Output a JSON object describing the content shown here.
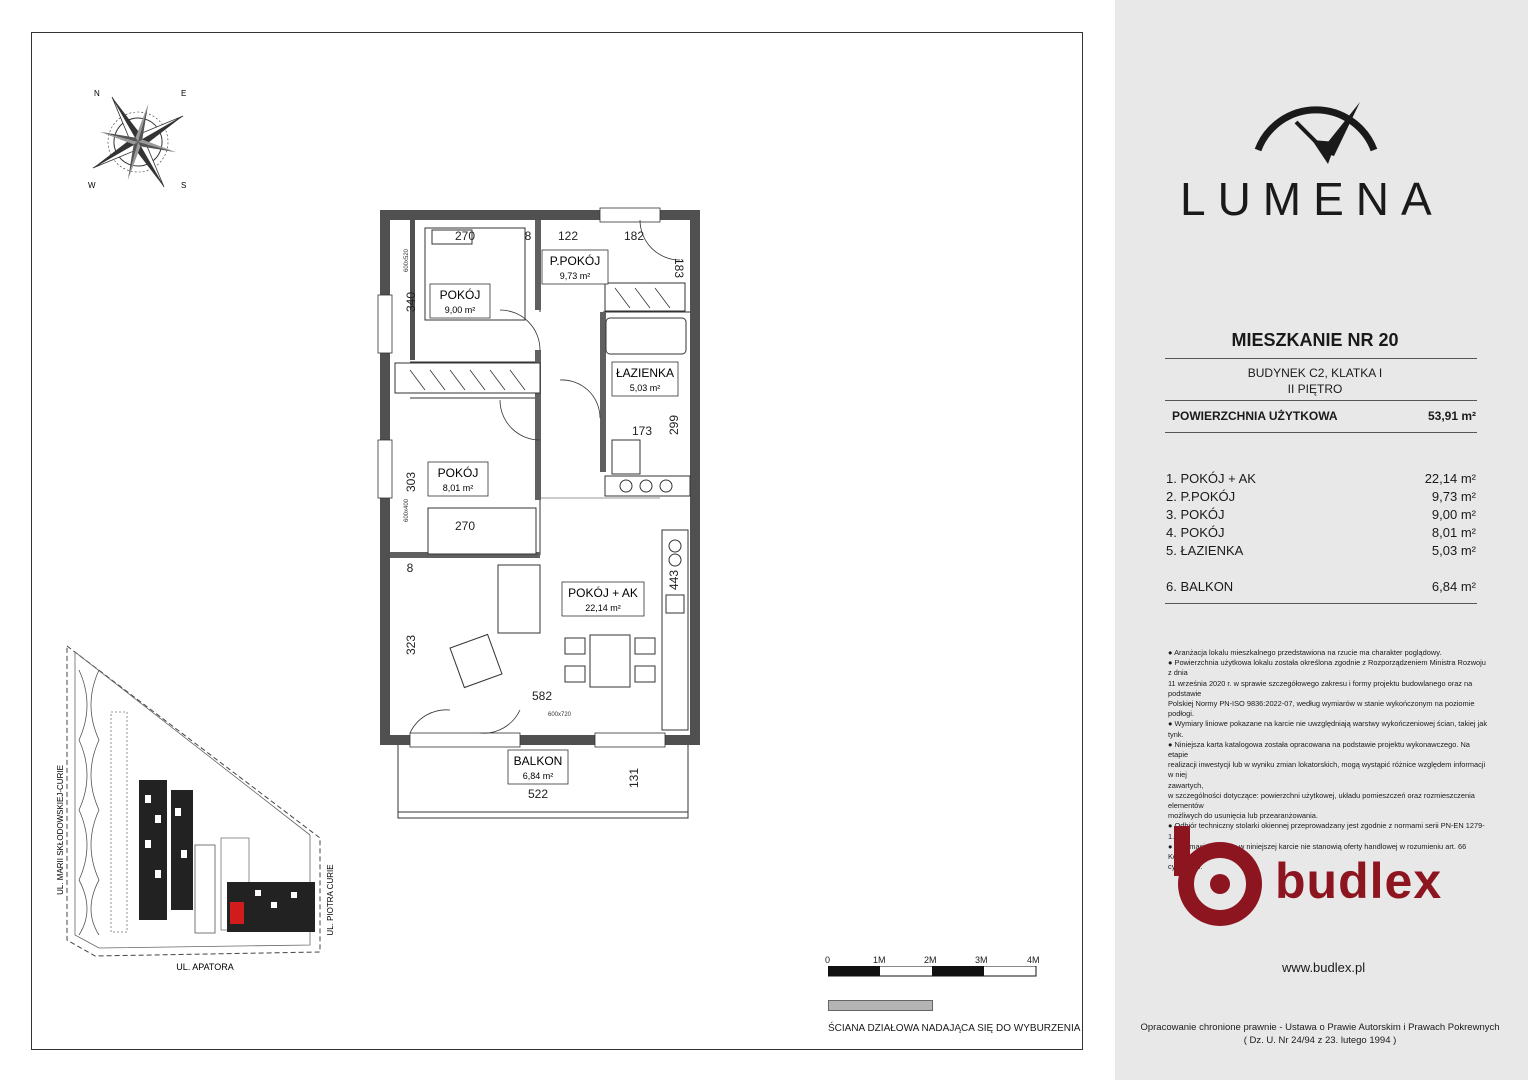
{
  "compass": {
    "n": "N",
    "e": "E",
    "s": "S",
    "w": "W"
  },
  "rooms": {
    "pokoj_a": {
      "name": "POKÓJ",
      "area": "9,00 m²"
    },
    "ppokoj": {
      "name": "P.POKÓJ",
      "area": "9,73 m²"
    },
    "lazienka": {
      "name": "ŁAZIENKA",
      "area": "5,03 m²"
    },
    "pokoj_b": {
      "name": "POKÓJ",
      "area": "8,01 m²"
    },
    "pokoj_ak": {
      "name": "POKÓJ + AK",
      "area": "22,14 m²"
    },
    "balkon": {
      "name": "BALKON",
      "area": "6,84 m²"
    }
  },
  "dimensions": {
    "d270_top": "270",
    "d8_top": "8",
    "d122": "122",
    "d182": "182",
    "d183": "183",
    "d340": "340",
    "d173": "173",
    "d299": "299",
    "d303": "303",
    "d270_mid": "270",
    "d443": "443",
    "d323": "323",
    "d8_left": "8",
    "d582": "582",
    "d131": "131",
    "d522": "522"
  },
  "window_labels": {
    "w1": "600x520",
    "w2": "600x400",
    "w3": "600x720"
  },
  "site_map": {
    "street_left": "UL. MARII SKŁODOWSKIEJ-CURIE",
    "street_right": "UL. PIOTRA CURIE",
    "street_bottom": "UL. APATORA"
  },
  "scale": {
    "ticks": [
      "0",
      "1M",
      "2M",
      "3M",
      "4M"
    ],
    "legend": "ŚCIANA DZIAŁOWA NADAJĄCA SIĘ DO WYBURZENIA"
  },
  "brand": {
    "name": "LUMENA"
  },
  "apartment": {
    "title": "MIESZKANIE NR 20",
    "building": "BUDYNEK C2, KLATKA I",
    "floor": "II PIĘTRO",
    "usable_label": "POWIERZCHNIA UŻYTKOWA",
    "usable_value": "53,91 m²"
  },
  "room_list": [
    {
      "label": "1. POKÓJ + AK",
      "value": "22,14 m²"
    },
    {
      "label": "2. P.POKÓJ",
      "value": "9,73 m²"
    },
    {
      "label": "3. POKÓJ",
      "value": "9,00 m²"
    },
    {
      "label": "4. POKÓJ",
      "value": "8,01 m²"
    },
    {
      "label": "5. ŁAZIENKA",
      "value": "5,03 m²"
    },
    {
      "label": "6. BALKON",
      "value": "6,84 m²"
    }
  ],
  "notes": [
    "● Aranżacja lokalu mieszkalnego przedstawiona na rzucie ma charakter poglądowy.",
    "● Powierzchnia użytkowa lokalu została określona zgodnie z Rozporządzeniem Ministra Rozwoju z dnia",
    "11 września 2020 r. w sprawie szczegółowego zakresu i formy projektu budowlanego oraz na podstawie",
    "Polskiej Normy PN-ISO 9836:2022-07, według wymiarów w stanie wykończonym na poziomie podłogi.",
    "● Wymiary liniowe pokazane na karcie nie uwzględniają warstwy wykończeniowej ścian, takiej jak tynk.",
    "● Niniejsza karta katalogowa została opracowana na podstawie projektu wykonawczego. Na etapie",
    "realizacji inwestycji lub w wyniku zmian lokatorskich, mogą wystąpić różnice względem informacji w niej",
    "zawartych,",
    "w szczególności dotyczące: powierzchni użytkowej, układu pomieszczeń oraz rozmieszczenia elementów",
    "możliwych do usunięcia lub przearanżowania.",
    "● Odbiór techniczny stolarki okiennej przeprowadzany jest zgodnie z normami serii PN-EN 1279-1.",
    "● Informacje zawarte w niniejszej karcie nie stanowią oferty handlowej w rozumieniu art. 66 Kodeksu",
    "cywilnego."
  ],
  "developer": {
    "name": "budlex",
    "url": "www.budlex.pl"
  },
  "copyright": {
    "line1": "Opracowanie chronione prawnie - Ustawa o Prawie Autorskim i Prawach Pokrewnych",
    "line2": "( Dz. U. Nr 24/94 z 23. lutego 1994 )"
  },
  "colors": {
    "wall": "#505050",
    "highlight": "#d01c1c",
    "brand_red": "#8c1520",
    "sidebar_bg": "#e8e8e8"
  }
}
